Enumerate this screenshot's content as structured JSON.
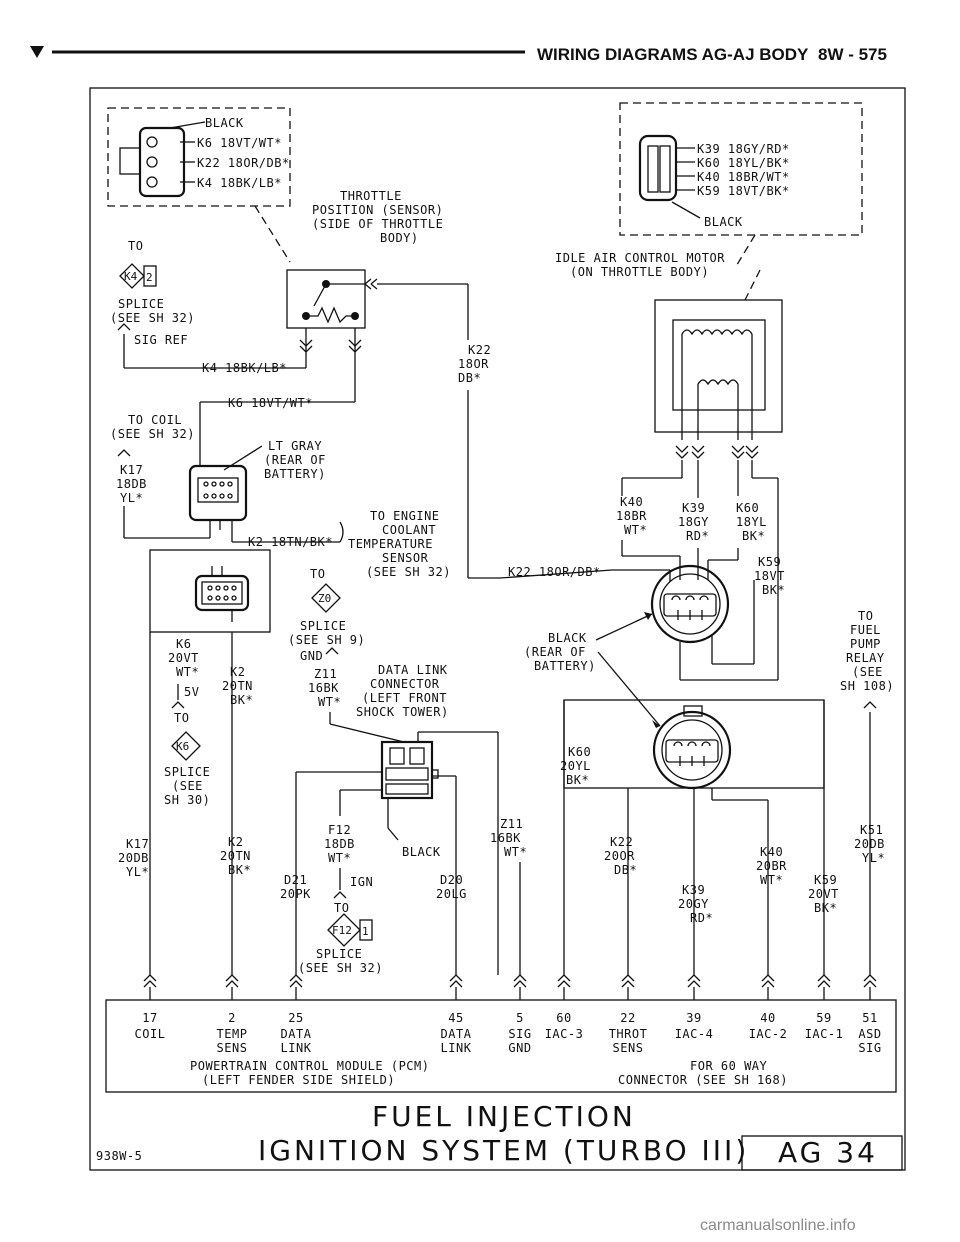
{
  "header": {
    "title": "WIRING DIAGRAMS AG-AJ BODY",
    "page": "8W - 575"
  },
  "tps": {
    "wires": [
      "BLACK",
      "K6 18VT/WT*",
      "K22 18OR/DB*",
      "K4 18BK/LB*"
    ],
    "name": [
      "THROTTLE",
      "POSITION (SENSOR)",
      "(SIDE OF THROTTLE",
      "BODY)"
    ],
    "k22": [
      "K22",
      "18OR",
      "DB*"
    ],
    "k4": "K4 18BK/LB*",
    "k6": "K6 18VT/WT*"
  },
  "iac": {
    "wires": [
      "K39 18GY/RD*",
      "K60 18YL/BK*",
      "K40 18BR/WT*",
      "K59 18VT/BK*"
    ],
    "black": "BLACK",
    "name": [
      "IDLE AIR CONTROL MOTOR",
      "(ON THROTTLE BODY)"
    ]
  },
  "left": {
    "to": "TO",
    "k4badge": "K4",
    "k4num": "2",
    "splice": [
      "SPLICE",
      "(SEE SH 32)"
    ],
    "sigref": "SIG REF",
    "tocoil": [
      "TO COIL",
      "(SEE SH 32)"
    ],
    "k17a": [
      "K17",
      "18DB",
      "YL*"
    ],
    "ltgray": [
      "LT GRAY",
      "(REAR OF",
      "BATTERY)"
    ],
    "k2wire": "K2 18TN/BK*",
    "ect": [
      "TO ENGINE",
      "COOLANT",
      "TEMPERATURE",
      "SENSOR",
      "(SEE SH 32)"
    ],
    "z0to": "TO",
    "z0": "Z0",
    "splice9": [
      "SPLICE",
      "(SEE SH 9)",
      "GND"
    ],
    "k6b": [
      "K6",
      "20VT",
      "WT*"
    ],
    "k2b": [
      "K2",
      "20TN",
      "BK*"
    ],
    "v5": "5V",
    "to2": "TO",
    "k6badge": "K6",
    "splice30": [
      "SPLICE",
      "(SEE",
      "SH 30)"
    ],
    "z11a": [
      "Z11",
      "16BK",
      "WT*"
    ],
    "dlc": [
      "DATA LINK",
      "CONNECTOR",
      "(LEFT FRONT",
      "SHOCK TOWER)"
    ]
  },
  "mid": {
    "k22wire": "K22 18OR/DB*",
    "black2": [
      "BLACK",
      "(REAR OF",
      "BATTERY)"
    ],
    "k40a": [
      "K40",
      "18BR",
      "WT*"
    ],
    "k39a": [
      "K39",
      "18GY",
      "RD*"
    ],
    "k60a": [
      "K60",
      "18YL",
      "BK*"
    ],
    "k59a": [
      "K59",
      "18VT",
      "BK*"
    ],
    "k60b": [
      "K60",
      "20YL",
      "BK*"
    ],
    "fuel": [
      "TO",
      "FUEL",
      "PUMP",
      "RELAY",
      "(SEE",
      "SH 108)"
    ]
  },
  "lower": {
    "k17b": [
      "K17",
      "20DB",
      "YL*"
    ],
    "k2c": [
      "K2",
      "20TN",
      "BK*"
    ],
    "f12": [
      "F12",
      "18DB",
      "WT*"
    ],
    "blk": "BLACK",
    "d21": [
      "D21",
      "20PK"
    ],
    "ign": "IGN",
    "to3": "TO",
    "d20": [
      "D20",
      "20LG"
    ],
    "z11b": [
      "Z11",
      "16BK",
      "WT*"
    ],
    "f12badge": "F12",
    "f12num": "1",
    "splice32": [
      "SPLICE",
      "(SEE SH 32)"
    ],
    "k22b": [
      "K22",
      "20OR",
      "DB*"
    ],
    "k39b": [
      "K39",
      "20GY",
      "RD*"
    ],
    "k40b": [
      "K40",
      "20BR",
      "WT*"
    ],
    "k59b": [
      "K59",
      "20VT",
      "BK*"
    ],
    "k51": [
      "K51",
      "20DB",
      "YL*"
    ]
  },
  "pcm": {
    "pins": [
      {
        "n": "17",
        "l1": "COIL",
        "l2": ""
      },
      {
        "n": "2",
        "l1": "TEMP",
        "l2": "SENS"
      },
      {
        "n": "25",
        "l1": "DATA",
        "l2": "LINK"
      },
      {
        "n": "45",
        "l1": "DATA",
        "l2": "LINK"
      },
      {
        "n": "5",
        "l1": "SIG",
        "l2": "GND"
      },
      {
        "n": "60",
        "l1": "IAC-3",
        "l2": ""
      },
      {
        "n": "22",
        "l1": "THROT",
        "l2": "SENS"
      },
      {
        "n": "39",
        "l1": "IAC-4",
        "l2": ""
      },
      {
        "n": "40",
        "l1": "IAC-2",
        "l2": ""
      },
      {
        "n": "59",
        "l1": "IAC-1",
        "l2": ""
      },
      {
        "n": "51",
        "l1": "ASD",
        "l2": "SIG"
      }
    ],
    "name": [
      "POWERTRAIN CONTROL MODULE (PCM)",
      "(LEFT FENDER SIDE SHIELD)"
    ],
    "conn": [
      "FOR 60 WAY",
      "CONNECTOR (SEE SH 168)"
    ]
  },
  "footer": {
    "t1": "FUEL INJECTION",
    "t2": "IGNITION SYSTEM (TURBO III)",
    "code": "938W-5",
    "page": "AG 34",
    "watermark": "carmanualsonline.info"
  }
}
